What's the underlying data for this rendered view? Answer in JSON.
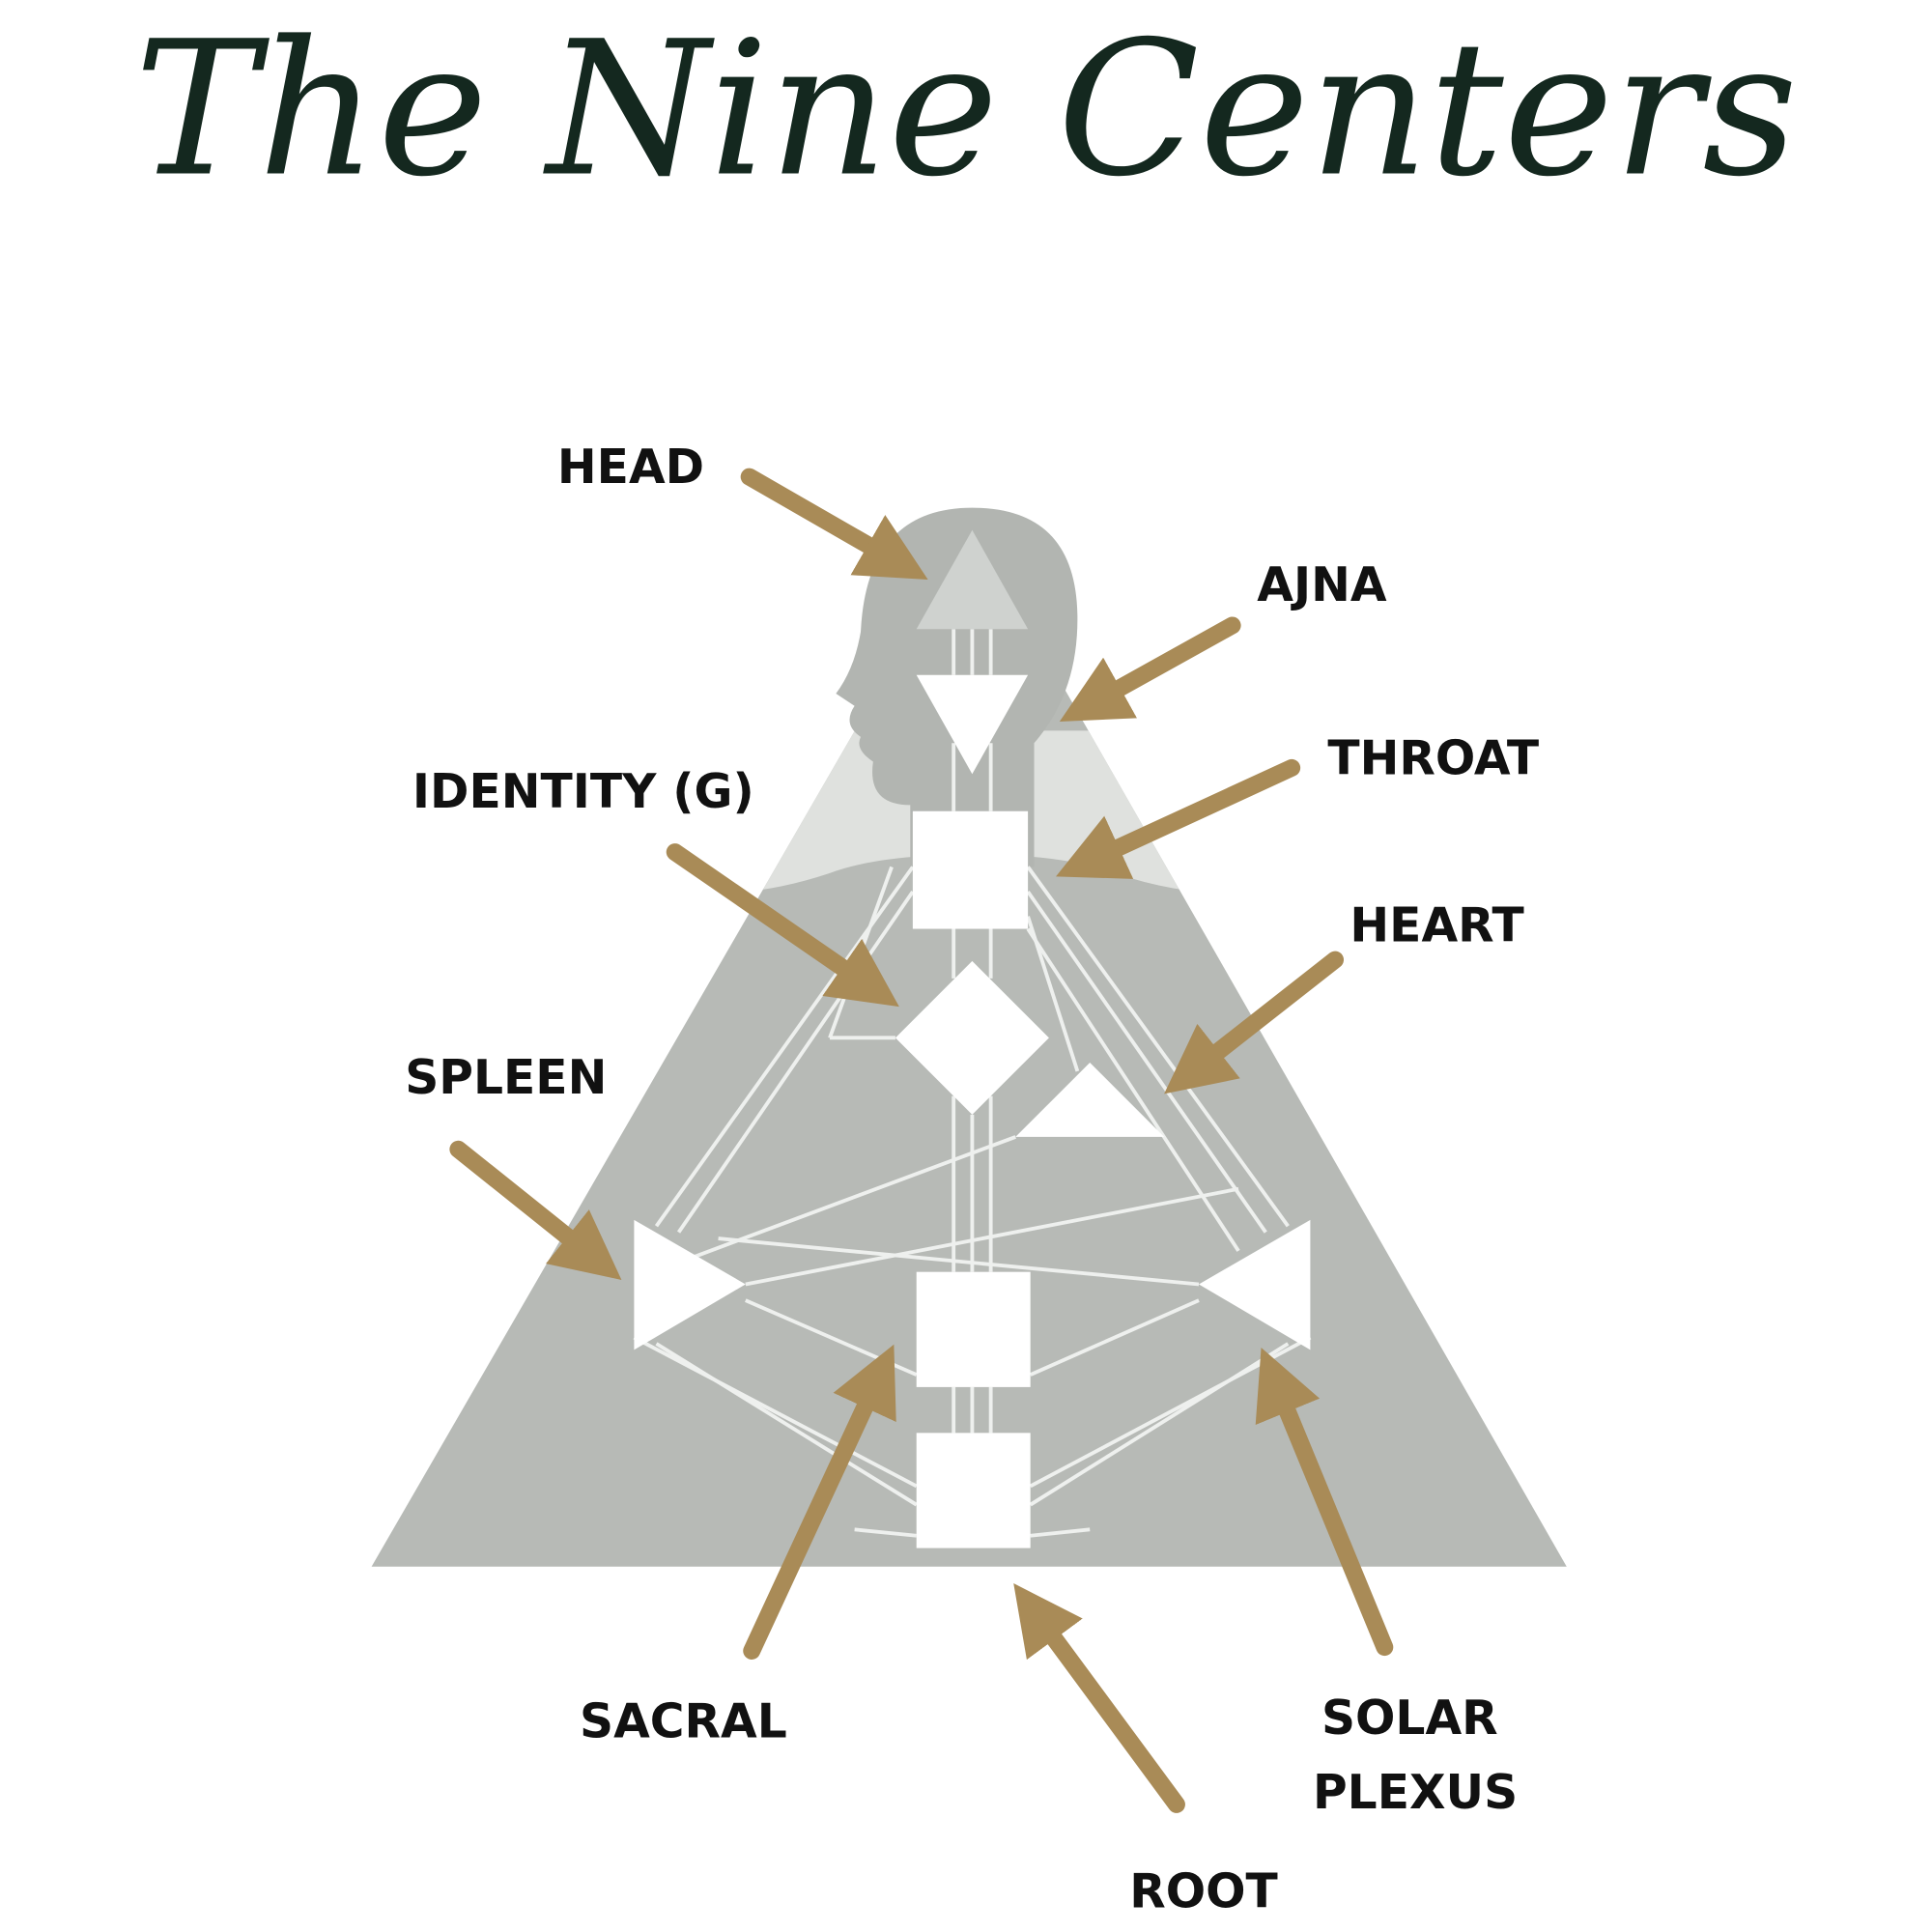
{
  "title": "The Nine Centers",
  "labels": {
    "head": "HEAD",
    "ajna": "AJNA",
    "throat": "THROAT",
    "identity": "IDENTITY (G)",
    "heart": "HEART",
    "spleen": "SPLEEN",
    "sacral": "SACRAL",
    "root": "ROOT",
    "solar_plexus_line1": "SOLAR",
    "solar_plexus_line2": "PLEXUS"
  },
  "colors": {
    "arrow": "#a98b57",
    "body": "#b7bab6",
    "title": "#14281f"
  }
}
